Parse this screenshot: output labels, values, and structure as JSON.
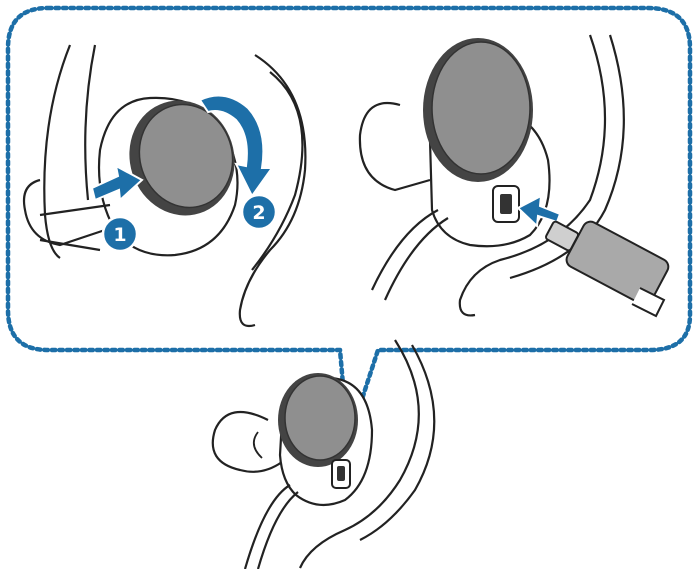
{
  "figure": {
    "steps": [
      {
        "number": "1",
        "action": "press-cover"
      },
      {
        "number": "2",
        "action": "rotate-cover"
      }
    ]
  },
  "colors": {
    "callout_border": "#1d6fa8",
    "step_badge": "#1d6fa8",
    "step_badge_text": "#ffffff",
    "arrow": "#1d6fa8",
    "cover_fill": "#8f8f8f",
    "cover_edge": "#444444",
    "outline": "#222222",
    "body_fill": "#ffffff",
    "plug_fill": "#a9a9a9"
  },
  "icons": {
    "cover": "round-cover-icon",
    "port": "charging-port-icon",
    "cable": "usb-cable-icon"
  }
}
